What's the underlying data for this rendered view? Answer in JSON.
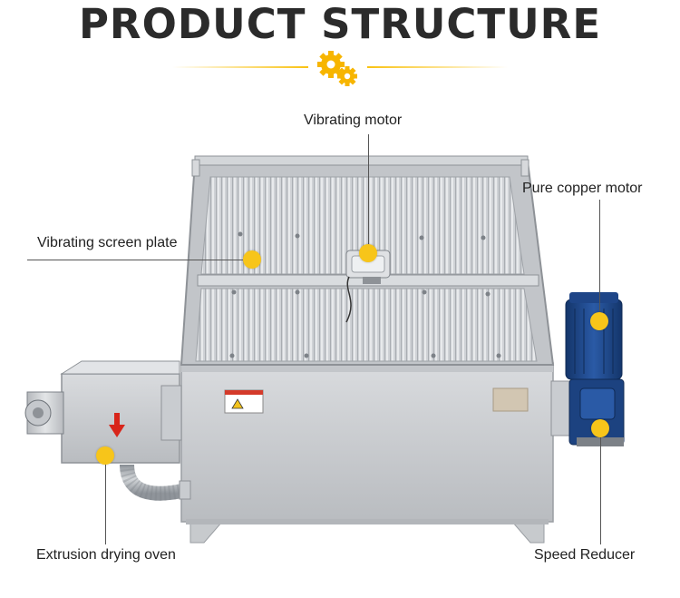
{
  "title": "PRODUCT STRUCTURE",
  "colors": {
    "accent": "#f7c51a",
    "title": "#2b2b2b",
    "steel": "#c9ccd0",
    "motor": "#1f4a8a"
  },
  "icons": {
    "header_ornament": "gears-icon",
    "direction_arrow": "arrow-down-icon"
  },
  "labels": {
    "vibrating_motor": "Vibrating motor",
    "pure_copper_motor": "Pure copper motor",
    "vibrating_screen_plate": "Vibrating screen plate",
    "extrusion_drying_oven": "Extrusion drying oven",
    "speed_reducer": "Speed Reducer"
  }
}
